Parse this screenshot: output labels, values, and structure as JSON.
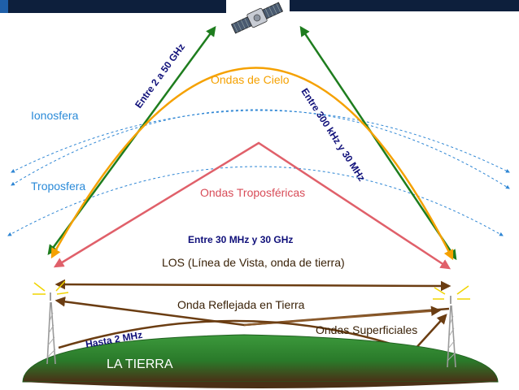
{
  "labels": {
    "ionosfera": "Ionosfera",
    "troposfera": "Troposfera",
    "ondas_cielo": "Ondas de Cielo",
    "ondas_troposfericas": "Ondas Troposféricas",
    "los": "LOS (Línea de Vista, onda de tierra)",
    "onda_reflejada": "Onda Reflejada en Tierra",
    "ondas_superficiales": "Ondas Superficiales",
    "la_tierra": "LA TIERRA"
  },
  "frequency_labels": {
    "sat_link": "Entre 2 a 50 GHz",
    "sky_wave": "Entre 300 kHz y 30 MHz",
    "tropo_wave": "Entre 30 MHz y 30 GHz",
    "ground_wave": "Hasta  2 MHz"
  },
  "colors": {
    "header_bar": "#0d1f3c",
    "satellite_link": "#1e7d1e",
    "sky_wave": "#f5a100",
    "tropo_wave": "#e0606a",
    "ground_waves": "#6b3d12",
    "surface_wave": "#8b5a2b",
    "atmosphere_layers": "#2e86d4",
    "layer_text": "#2a8ad8",
    "frequency_text": "#10107a",
    "earth_green": "#2f8a2f",
    "earth_brown": "#5a3a1a"
  },
  "icons": {
    "satellite": "satellite-icon",
    "left_tower": "antenna-tower-icon",
    "right_tower": "antenna-tower-icon"
  }
}
